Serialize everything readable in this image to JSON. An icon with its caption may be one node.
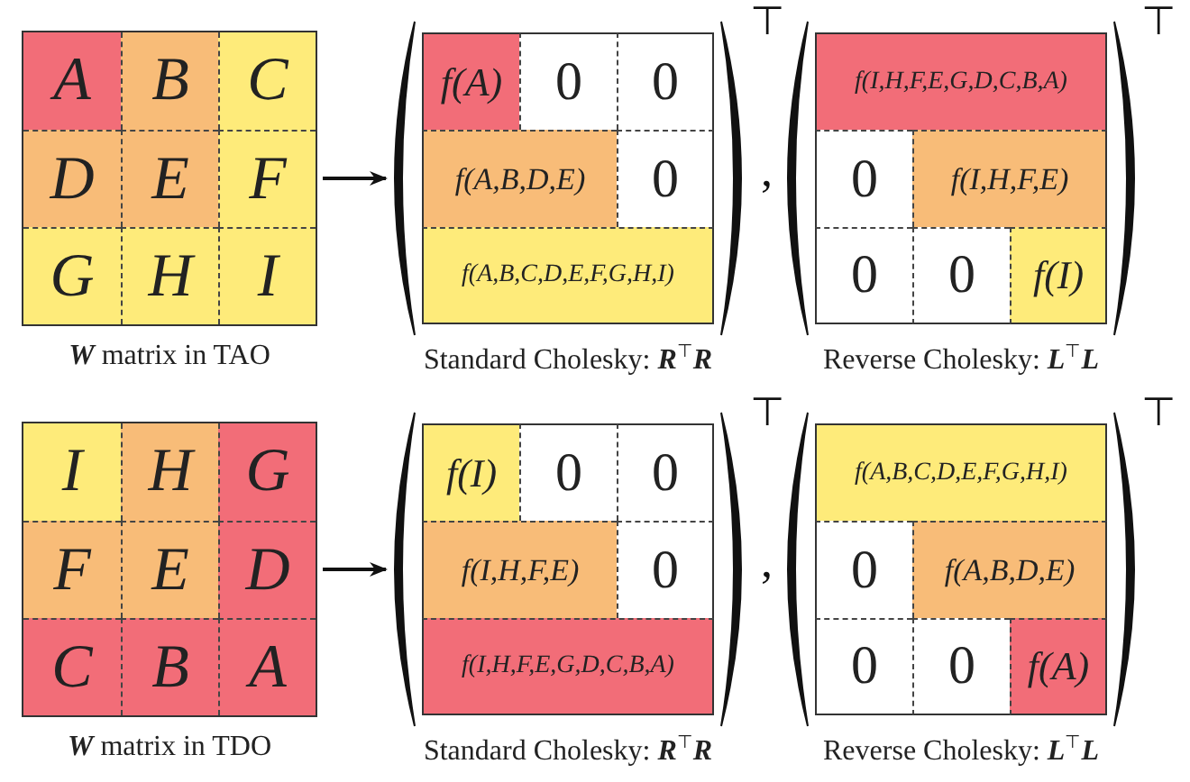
{
  "diagram": {
    "nodes": [
      {
        "text": [],
        "shape": "box",
        "beside": [
          "**W** matrix in TAO"
        ]
      },
      {
        "text": [
          "A"
        ],
        "in": 0
      },
      {
        "text": [
          "B"
        ],
        "in": 0
      },
      {
        "text": [
          "C"
        ],
        "in": 0
      },
      {
        "text": [
          "D"
        ],
        "in": 0
      },
      {
        "text": [
          "E"
        ],
        "in": 0
      },
      {
        "text": [
          "F"
        ],
        "in": 0
      },
      {
        "text": [
          "G"
        ],
        "in": 0
      },
      {
        "text": [
          "H"
        ],
        "in": 0
      },
      {
        "text": [
          "I"
        ],
        "in": 0
      },
      {
        "text": [],
        "shape": "box",
        "beside": [
          "Standard Cholesky: **R**$^{⊤}$**R**"
        ]
      },
      {
        "text": [
          "f(A)"
        ],
        "in": 10
      },
      {
        "text": [
          "0"
        ],
        "in": 10
      },
      {
        "text": [
          "0"
        ],
        "in": 10
      },
      {
        "text": [
          "f(A,B,D,E)"
        ],
        "in": 10
      },
      {
        "text": [
          "0"
        ],
        "in": 10
      },
      {
        "text": [
          "f(A,B,C,D,E,F,G,H,I)"
        ],
        "in": 10
      },
      {
        "text": [],
        "shape": "box",
        "beside": [
          "Reverse Cholesky: **L**$^{⊤}$**L**"
        ]
      },
      {
        "text": [
          "f(I,H,F,E,G,D,C,B,A)"
        ],
        "in": 17
      },
      {
        "text": [
          "0"
        ],
        "in": 17
      },
      {
        "text": [
          "f(I,H,F,E)"
        ],
        "in": 17
      },
      {
        "text": [
          "0"
        ],
        "in": 17
      },
      {
        "text": [
          "0"
        ],
        "in": 17
      },
      {
        "text": [
          "f(I)"
        ],
        "in": 17
      },
      {
        "text": [],
        "shape": "box",
        "beside": [
          "**W** matrix in TDO"
        ]
      },
      {
        "text": [
          "I"
        ],
        "in": 24
      },
      {
        "text": [
          "H"
        ],
        "in": 24
      },
      {
        "text": [
          "G"
        ],
        "in": 24
      },
      {
        "text": [
          "F"
        ],
        "in": 24
      },
      {
        "text": [
          "E"
        ],
        "in": 24
      },
      {
        "text": [
          "D"
        ],
        "in": 24
      },
      {
        "text": [
          "C"
        ],
        "in": 24
      },
      {
        "text": [
          "B"
        ],
        "in": 24
      },
      {
        "text": [
          "A"
        ],
        "in": 24
      },
      {
        "text": [],
        "shape": "box",
        "beside": [
          "Standard Cholesky: **R**$^{⊤}$**R**"
        ]
      },
      {
        "text": [
          "f(I)"
        ],
        "in": 34
      },
      {
        "text": [
          "0"
        ],
        "in": 34
      },
      {
        "text": [
          "0"
        ],
        "in": 34
      },
      {
        "text": [
          "f(I,H,F,E)"
        ],
        "in": 34
      },
      {
        "text": [
          "0"
        ],
        "in": 34
      },
      {
        "text": [
          "f(I,H,F,E,G,D,C,B,A)"
        ],
        "in": 34
      },
      {
        "text": [],
        "shape": "box",
        "beside": [
          "Reverse Cholesky: **L**$^{⊤}$**L**"
        ]
      },
      {
        "text": [
          "f(A,B,C,D,E,F,G,H,I)"
        ],
        "in": 41
      },
      {
        "text": [
          "0"
        ],
        "in": 41
      },
      {
        "text": [
          "f(A,B,D,E)"
        ],
        "in": 41
      },
      {
        "text": [
          "0"
        ],
        "in": 41
      },
      {
        "text": [
          "0"
        ],
        "in": 41
      },
      {
        "text": [
          "f(A)"
        ],
        "in": 41
      }
    ],
    "edges": [
      {
        "from": 0,
        "to": 10,
        "arrow": "to"
      },
      {
        "from": 24,
        "to": 34,
        "arrow": "to"
      }
    ],
    "labels": [
      "⊤",
      ",",
      "⊤",
      "⊤",
      ",",
      "⊤"
    ]
  }
}
